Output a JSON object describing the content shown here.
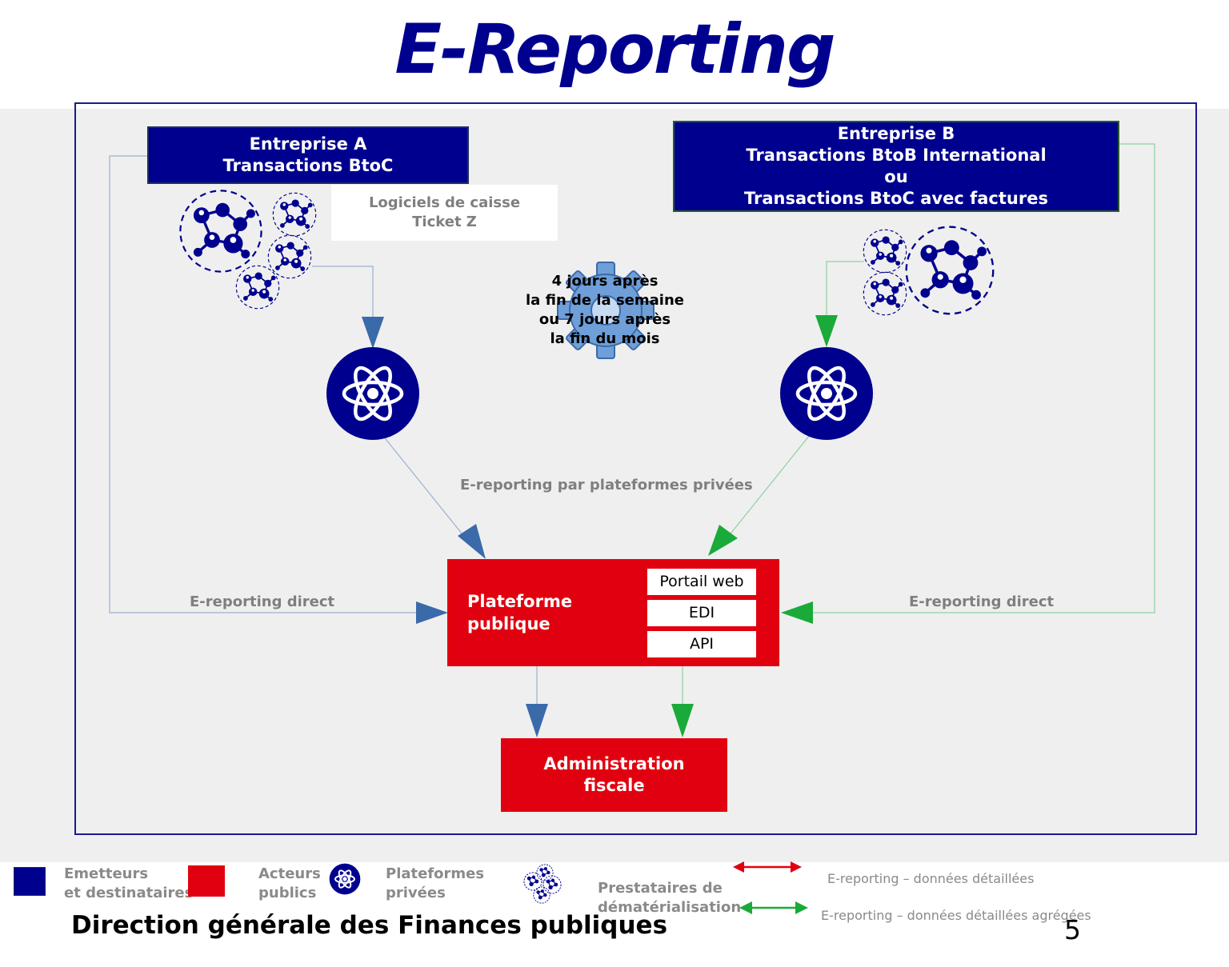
{
  "title": "E-Reporting",
  "colors": {
    "navy": "#00008f",
    "red": "#e1000f",
    "blue_arrow": "#3a6aaa",
    "green_arrow": "#1aaa3a",
    "grey_text": "#7f7f7f"
  },
  "entreprise_a": {
    "line1": "Entreprise A",
    "line2": "Transactions BtoC"
  },
  "logiciels": {
    "line1": "Logiciels de caisse",
    "line2": "Ticket Z"
  },
  "entreprise_b": {
    "line1": "Entreprise B",
    "line2": "Transactions BtoB International",
    "line3": "ou",
    "line4": "Transactions BtoC avec factures"
  },
  "gear_note": {
    "line1": "4 jours après",
    "line2": "la fin de la semaine",
    "line3": "ou 7 jours après",
    "line4": "la fin du mois"
  },
  "private_platforms_label": "E-reporting par plateformes privées",
  "direct_left_label": "E-reporting direct",
  "direct_right_label": "E-reporting direct",
  "plateforme_publique": {
    "line1": "Plateforme",
    "line2": "publique",
    "channels": [
      "Portail web",
      "EDI",
      "API"
    ]
  },
  "administration": {
    "line1": "Administration",
    "line2": "fiscale"
  },
  "legend": {
    "emetteurs": {
      "line1": "Emetteurs",
      "line2": "et destinataires"
    },
    "acteurs": {
      "line1": "Acteurs",
      "line2": "publics"
    },
    "plateformes": {
      "line1": "Plateformes",
      "line2": "privées"
    },
    "prestataires": {
      "line1": "Prestataires de",
      "line2": "dématérialisation"
    },
    "detailed": "E-reporting – données détaillées",
    "aggregated": "E-reporting – données détaillées agrégées"
  },
  "footer": "Direction générale des Finances publiques",
  "page_number": "5"
}
